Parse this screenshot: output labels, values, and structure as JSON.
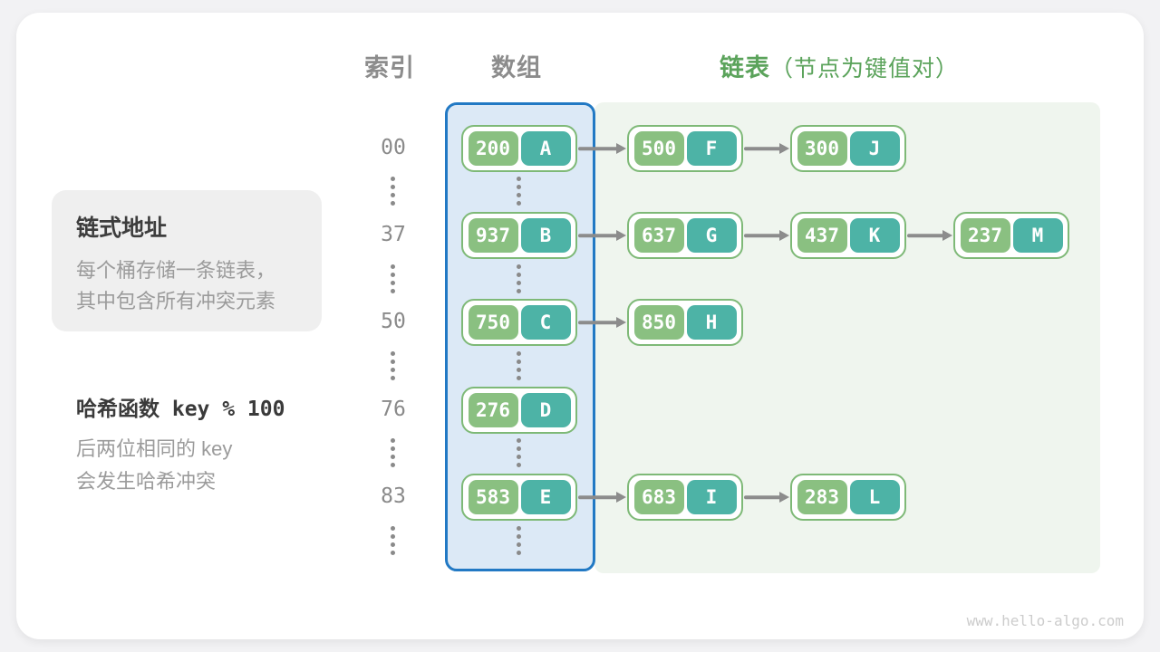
{
  "header": {
    "index_label": "索引",
    "array_label": "数组",
    "list_label": "链表",
    "list_note": "（节点为键值对）"
  },
  "side": {
    "concept_title": "链式地址",
    "concept_line1": "每个桶存储一条链表，",
    "concept_line2": "其中包含所有冲突元素",
    "hash_title": "哈希函数 key % 100",
    "hash_line1": "后两位相同的 key",
    "hash_line2": "会发生哈希冲突"
  },
  "rows": [
    {
      "index": "00",
      "bucket": {
        "key": "200",
        "value": "A"
      },
      "chain": [
        {
          "key": "500",
          "value": "F"
        },
        {
          "key": "300",
          "value": "J"
        }
      ]
    },
    {
      "index": "37",
      "bucket": {
        "key": "937",
        "value": "B"
      },
      "chain": [
        {
          "key": "637",
          "value": "G"
        },
        {
          "key": "437",
          "value": "K"
        },
        {
          "key": "237",
          "value": "M"
        }
      ]
    },
    {
      "index": "50",
      "bucket": {
        "key": "750",
        "value": "C"
      },
      "chain": [
        {
          "key": "850",
          "value": "H"
        }
      ]
    },
    {
      "index": "76",
      "bucket": {
        "key": "276",
        "value": "D"
      },
      "chain": []
    },
    {
      "index": "83",
      "bucket": {
        "key": "583",
        "value": "E"
      },
      "chain": [
        {
          "key": "683",
          "value": "I"
        },
        {
          "key": "283",
          "value": "L"
        }
      ]
    }
  ],
  "watermark": "www.hello-algo.com",
  "colors": {
    "key_fill": "#8ac081",
    "value_fill": "#4db3a6",
    "node_border": "#7eb977",
    "array_fill": "#dce9f6",
    "array_border": "#2279c4",
    "list_fill": "#eff5ee",
    "green_text": "#5ba35b"
  }
}
